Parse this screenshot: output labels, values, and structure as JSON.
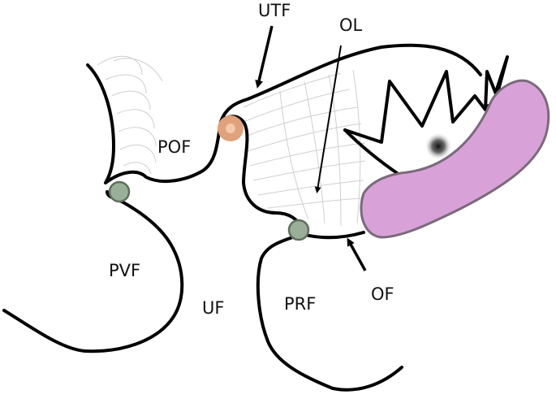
{
  "labels": {
    "utf": "UTF",
    "ol": "OL",
    "pof": "POF",
    "pvf": "PVF",
    "uf": "UF",
    "prf": "PRF",
    "of": "OF"
  },
  "colors": {
    "outline": "#000000",
    "hatching": "#cfcfcf",
    "violet_blob": "#d8a2d8",
    "violet_blob_border": "#7a6a7a",
    "orange_dot": "#e0a27a",
    "orange_dot_center": "#f2c9ad",
    "green_dot": "#9aaf98",
    "green_dot_border": "#5f6f5d",
    "dark_spot": "#222222"
  }
}
